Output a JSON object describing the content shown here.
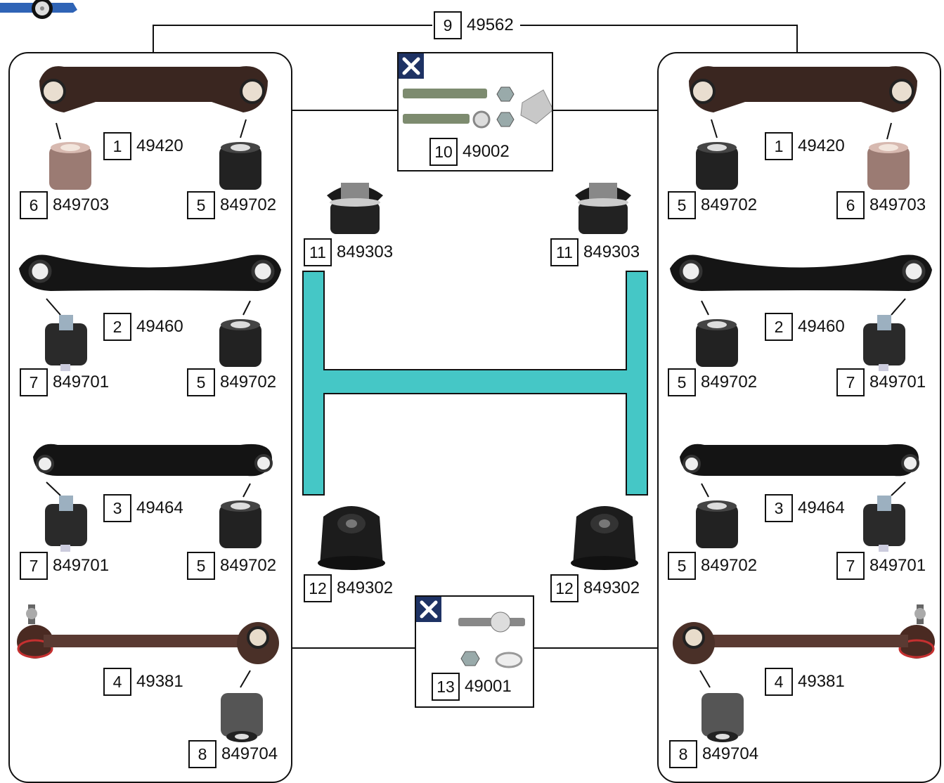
{
  "colors": {
    "subframe": "#45c7c6",
    "lines": "#111111",
    "tool_badge": "#1e3264",
    "car": "#2f64b6"
  },
  "icons": {
    "car": "car-side-icon",
    "tools": "wrench-screwdriver-icon"
  },
  "top_kit": {
    "num": "9",
    "code": "49562"
  },
  "left_panel": [
    {
      "num": "1",
      "code": "49420"
    },
    {
      "num": "6",
      "code": "849703"
    },
    {
      "num": "5",
      "code": "849702"
    },
    {
      "num": "2",
      "code": "49460"
    },
    {
      "num": "7",
      "code": "849701"
    },
    {
      "num": "5",
      "code": "849702"
    },
    {
      "num": "3",
      "code": "49464"
    },
    {
      "num": "7",
      "code": "849701"
    },
    {
      "num": "5",
      "code": "849702"
    },
    {
      "num": "4",
      "code": "49381"
    },
    {
      "num": "8",
      "code": "849704"
    }
  ],
  "right_panel": [
    {
      "num": "1",
      "code": "49420"
    },
    {
      "num": "5",
      "code": "849702"
    },
    {
      "num": "6",
      "code": "849703"
    },
    {
      "num": "2",
      "code": "49460"
    },
    {
      "num": "5",
      "code": "849702"
    },
    {
      "num": "7",
      "code": "849701"
    },
    {
      "num": "3",
      "code": "49464"
    },
    {
      "num": "5",
      "code": "849702"
    },
    {
      "num": "7",
      "code": "849701"
    },
    {
      "num": "4",
      "code": "49381"
    },
    {
      "num": "8",
      "code": "849704"
    }
  ],
  "center": {
    "bolt_kit_upper": {
      "num": "10",
      "code": "49002"
    },
    "mount_top_left": {
      "num": "11",
      "code": "849303"
    },
    "mount_top_right": {
      "num": "11",
      "code": "849303"
    },
    "mount_bottom_left": {
      "num": "12",
      "code": "849302"
    },
    "mount_bottom_right": {
      "num": "12",
      "code": "849302"
    },
    "bolt_kit_lower": {
      "num": "13",
      "code": "49001"
    }
  }
}
